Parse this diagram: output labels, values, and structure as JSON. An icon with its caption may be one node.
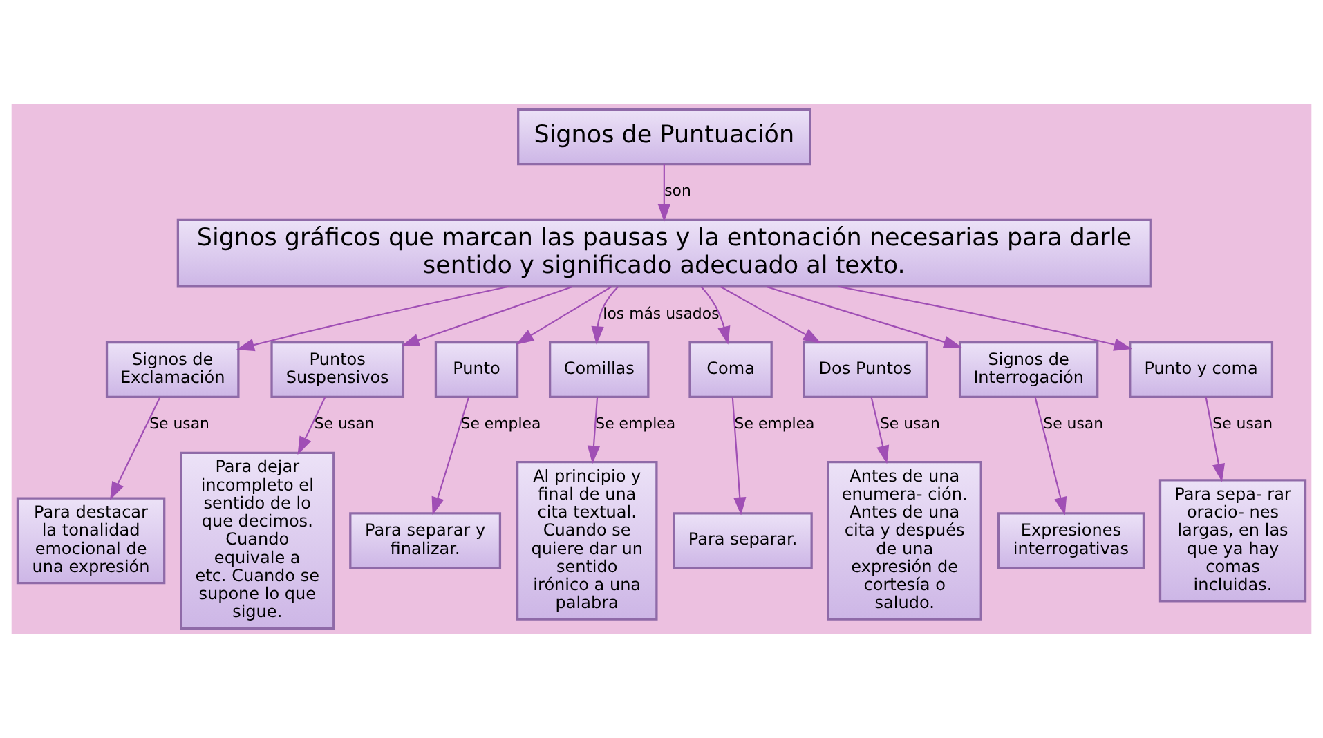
{
  "diagram": {
    "nodes": [
      {
        "text": [
          "Signos de Puntuación"
        ]
      },
      {
        "text": [
          "Signos gráficos que marcan las pausas y la entonación necesarias para darle sentido y significado adecuado al texto."
        ]
      },
      {
        "text": [
          "Signos de Exclamación"
        ]
      },
      {
        "text": [
          "Puntos Suspensivos"
        ]
      },
      {
        "text": [
          "Punto"
        ]
      },
      {
        "text": [
          "Comillas"
        ]
      },
      {
        "text": [
          "Coma"
        ]
      },
      {
        "text": [
          "Dos Puntos"
        ]
      },
      {
        "text": [
          "Signos de Interrogación"
        ]
      },
      {
        "text": [
          "Punto y coma"
        ]
      },
      {
        "text": [
          "Para destacar la tonalidad emocional de una expresión"
        ]
      },
      {
        "text": [
          "Para dejar incompleto el sentido de lo que decimos. Cuando equivale a etc. Cuando se supone lo que sigue."
        ]
      },
      {
        "text": [
          "Para separar y finalizar."
        ]
      },
      {
        "text": [
          "Al principio y final de una cita textual. Cuando se quiere dar un sentido irónico a una palabra"
        ]
      },
      {
        "text": [
          "Para separar."
        ]
      },
      {
        "text": [
          "Antes de una enumera- ción. Antes de una cita y después de una expresión de cortesía o saludo."
        ]
      },
      {
        "text": [
          "Expresiones interrogativas"
        ]
      },
      {
        "text": [
          "Para sepa- rar oracio- nes largas, en las que ya hay comas incluidas."
        ]
      }
    ],
    "edges": [
      {
        "from": 0,
        "to": 1,
        "arrow": "to",
        "label": "son"
      },
      {
        "from": 1,
        "to": 2,
        "arrow": "to"
      },
      {
        "from": 1,
        "to": 3,
        "arrow": "to"
      },
      {
        "from": 1,
        "to": 4,
        "arrow": "to"
      },
      {
        "from": 1,
        "to": 5,
        "arrow": "to",
        "label": "los más usados"
      },
      {
        "from": 1,
        "to": 6,
        "arrow": "to"
      },
      {
        "from": 1,
        "to": 7,
        "arrow": "to"
      },
      {
        "from": 1,
        "to": 8,
        "arrow": "to"
      },
      {
        "from": 1,
        "to": 9,
        "arrow": "to"
      },
      {
        "from": 2,
        "to": 10,
        "arrow": "to",
        "label": "Se usan"
      },
      {
        "from": 3,
        "to": 11,
        "arrow": "to",
        "label": "Se usan"
      },
      {
        "from": 4,
        "to": 12,
        "arrow": "to",
        "label": "Se emplea"
      },
      {
        "from": 5,
        "to": 13,
        "arrow": "to",
        "label": "Se emplea"
      },
      {
        "from": 6,
        "to": 14,
        "arrow": "to",
        "label": "Se emplea"
      },
      {
        "from": 7,
        "to": 15,
        "arrow": "to",
        "label": "Se usan"
      },
      {
        "from": 8,
        "to": 16,
        "arrow": "to",
        "label": "Se usan"
      },
      {
        "from": 9,
        "to": 17,
        "arrow": "to",
        "label": "Se usan"
      }
    ]
  }
}
